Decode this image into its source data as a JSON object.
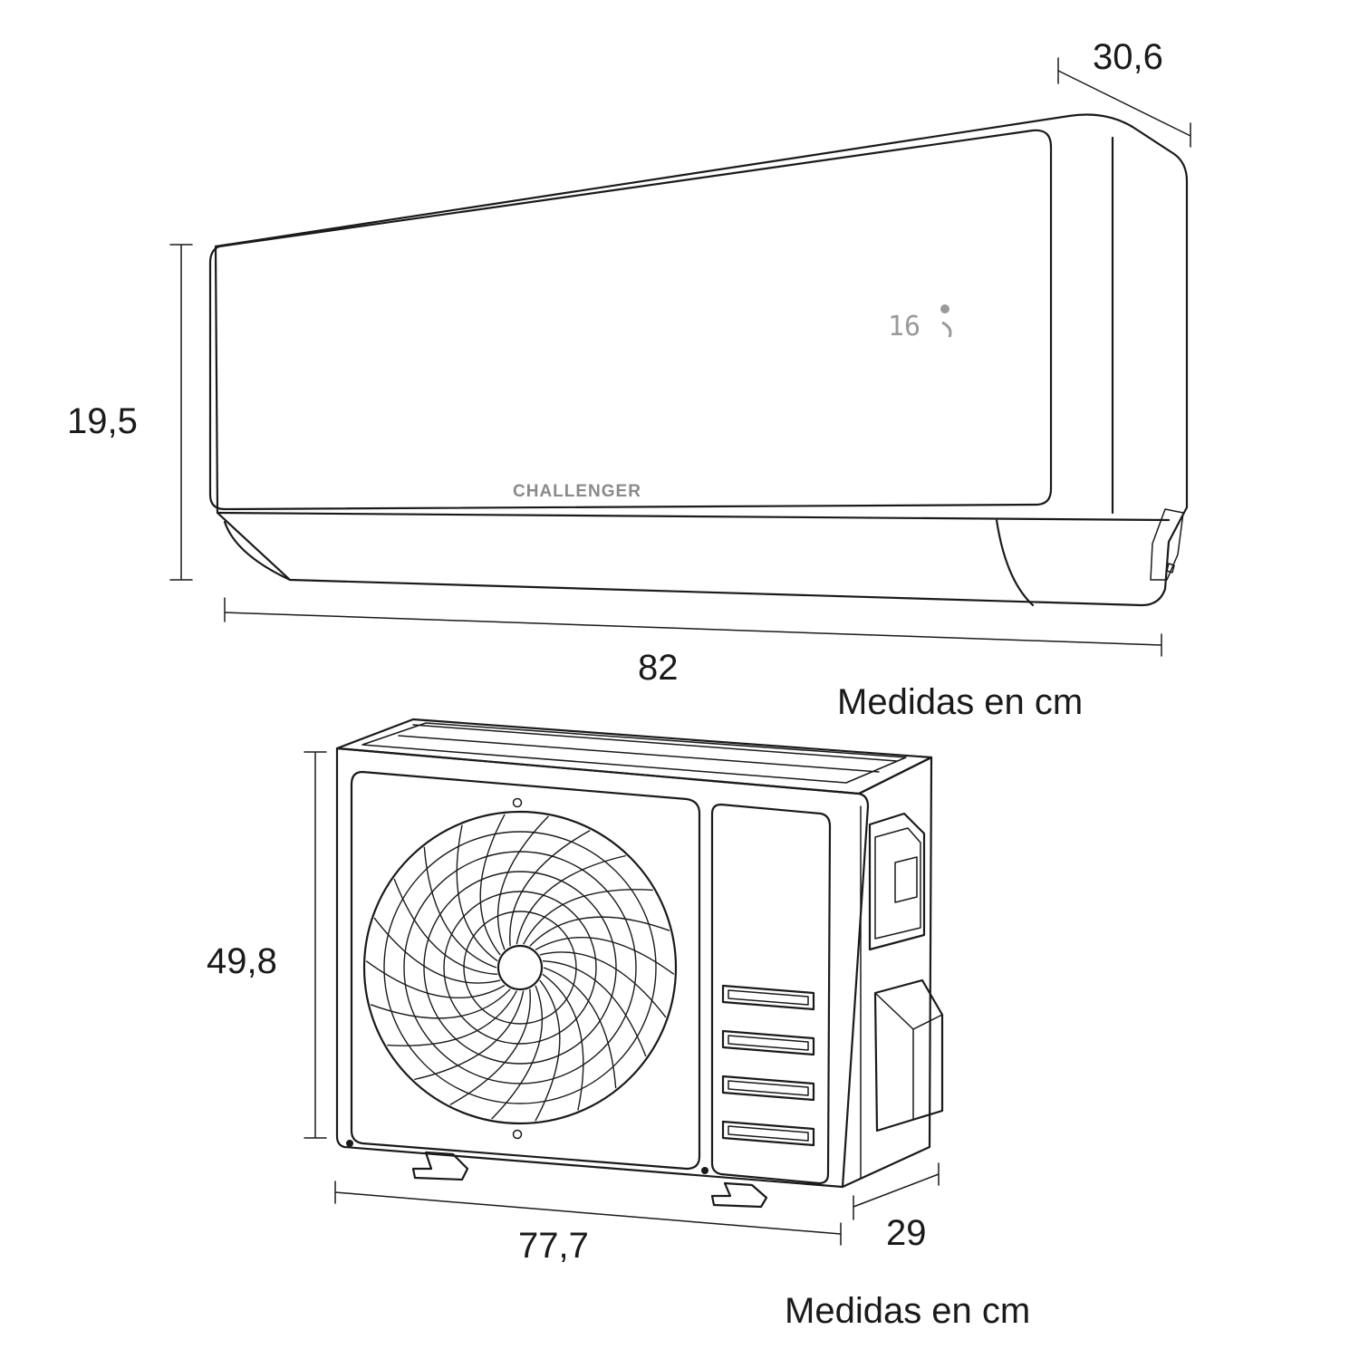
{
  "indoor_unit": {
    "brand": "CHALLENGER",
    "display": "16",
    "width": "82",
    "height": "19,5",
    "depth": "30,6",
    "note": "Medidas en cm"
  },
  "outdoor_unit": {
    "width": "77,7",
    "height": "49,8",
    "depth": "29",
    "note": "Medidas en cm"
  }
}
